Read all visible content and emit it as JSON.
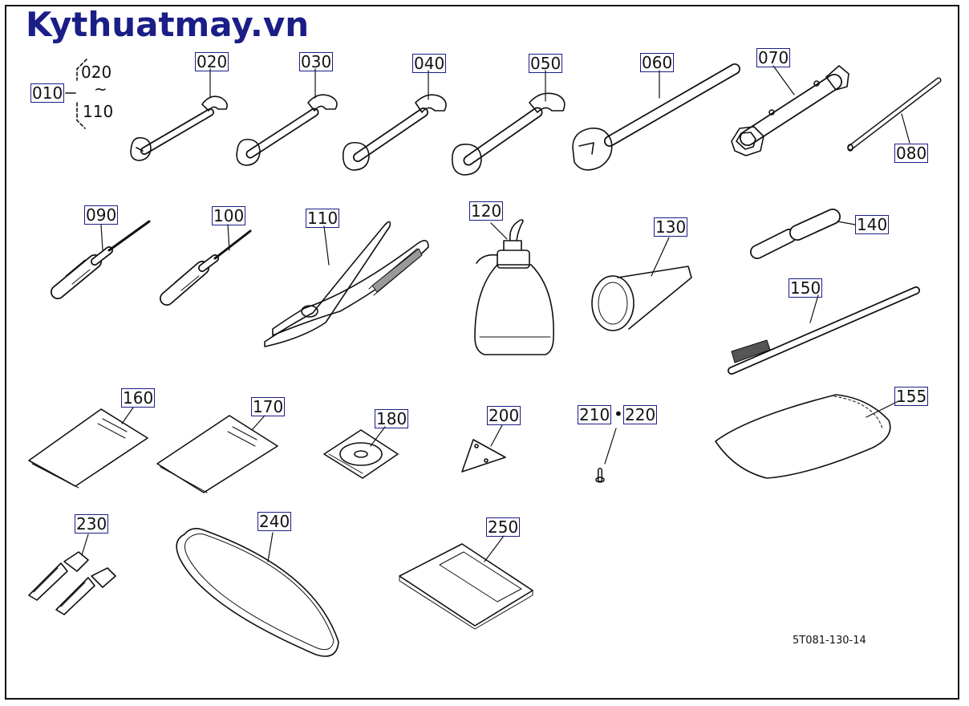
{
  "watermark": "Kythuatmay.vn",
  "figure_ref": "5T081-130-14",
  "callouts": {
    "p010": "010",
    "p010_from": "020",
    "p010_tilde": "~",
    "p010_to": "110",
    "p020": "020",
    "p030": "030",
    "p040": "040",
    "p050": "050",
    "p060": "060",
    "p070": "070",
    "p080": "080",
    "p090": "090",
    "p100": "100",
    "p110": "110",
    "p120": "120",
    "p130": "130",
    "p140": "140",
    "p150": "150",
    "p155": "155",
    "p160": "160",
    "p170": "170",
    "p180": "180",
    "p200": "200",
    "p210": "210",
    "p210_sep": "•",
    "p220": "220",
    "p230": "230",
    "p240": "240",
    "p250": "250"
  },
  "colors": {
    "watermark": "#1b1e86",
    "callout_box": "#1b1e86",
    "line": "#111111"
  }
}
